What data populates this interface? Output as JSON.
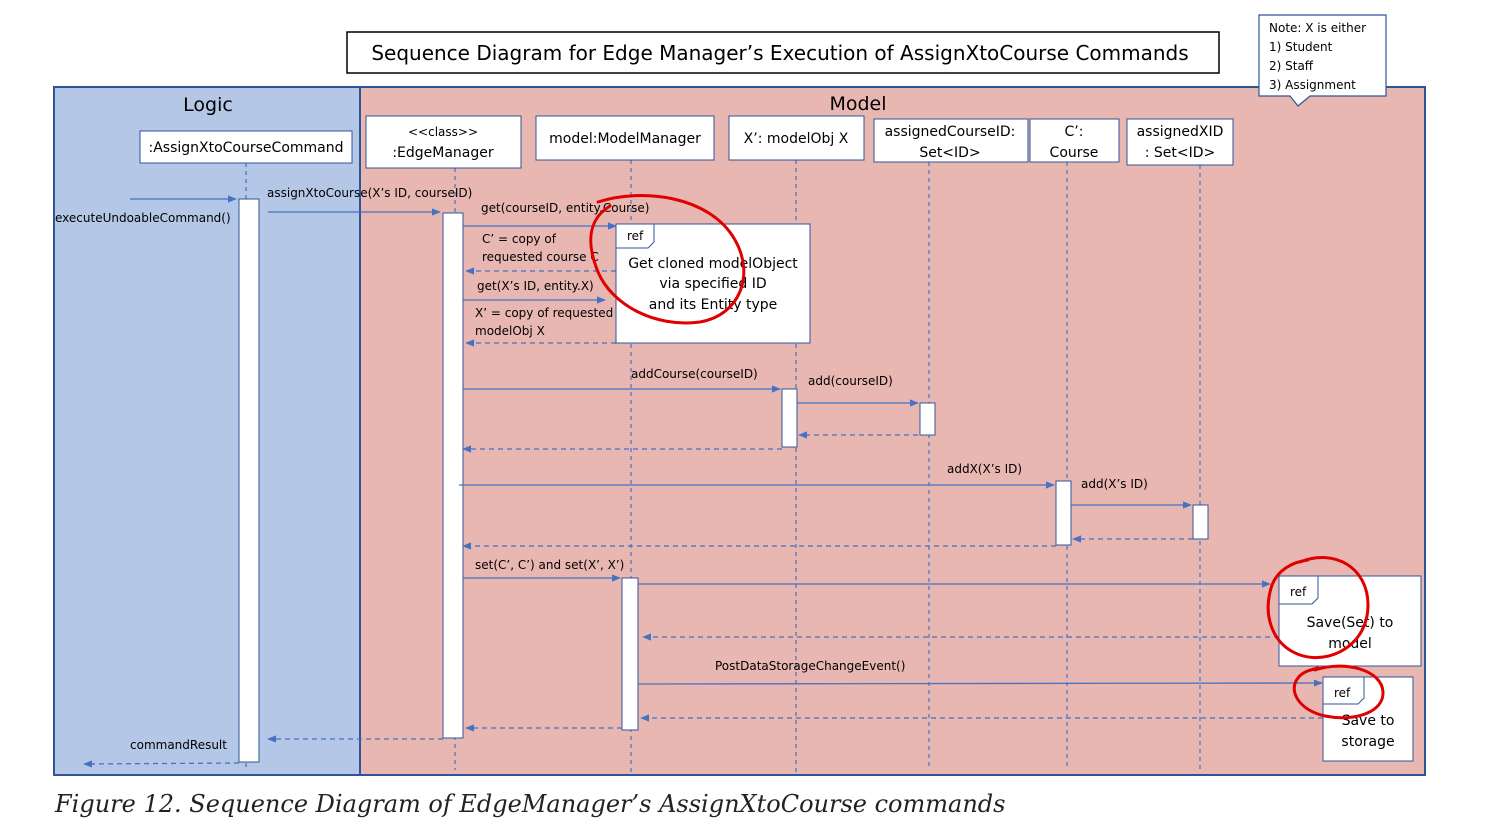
{
  "title": "Sequence Diagram for Edge Manager’s Execution of AssignXtoCourse Commands",
  "note": {
    "lines": [
      "Note: X is either",
      "1) Student",
      "2) Staff",
      "3) Assignment"
    ]
  },
  "regions": {
    "logic": "Logic",
    "model": "Model"
  },
  "lifelines": [
    {
      "id": "cmd",
      "lines": [
        ":AssignXtoCourseCommand"
      ]
    },
    {
      "id": "edge",
      "lines": [
        "<<class>>",
        ":EdgeManager"
      ]
    },
    {
      "id": "model",
      "lines": [
        "model:ModelManager"
      ]
    },
    {
      "id": "xobj",
      "lines": [
        "X’: modelObj X"
      ]
    },
    {
      "id": "assignedCourseId",
      "lines": [
        "assignedCourseID:",
        "Set<ID>"
      ]
    },
    {
      "id": "course",
      "lines": [
        "C’:",
        "Course"
      ]
    },
    {
      "id": "assignedXId",
      "lines": [
        "assignedXID",
        ": Set<ID>"
      ]
    }
  ],
  "messages": {
    "execute": "executeUndoableCommand()",
    "assign": "assignXtoCourse(X’s ID, courseID)",
    "get_course": "get(courseID, entity.Course)",
    "copy_c": [
      "C’ = copy of",
      "requested course C"
    ],
    "get_x": "get(X’s ID, entity.X)",
    "copy_x": [
      "X’ = copy of requested",
      "modelObj X"
    ],
    "add_course": "addCourse(courseID)",
    "add": "add(courseID)",
    "add_x": "addX(X’s ID)",
    "add_xid": "add(X’s ID)",
    "set": "set(C’, C’) and set(X’, X’)",
    "post_event": "PostDataStorageChangeEvent()",
    "command_result": "commandResult"
  },
  "refs": [
    {
      "tag": "ref",
      "lines": [
        "Get cloned modelObject",
        "via specified ID",
        "and its Entity type"
      ]
    },
    {
      "tag": "ref",
      "lines": [
        "Save(Set) to",
        "model"
      ]
    },
    {
      "tag": "ref",
      "lines": [
        "Save to",
        "storage"
      ]
    }
  ],
  "caption": "Figure 12. Sequence Diagram of EdgeManager’s AssignXtoCourse commands",
  "colors": {
    "logic_bg": "#b4c7e7",
    "model_bg": "#e9b7b1",
    "region_border": "#2f5597",
    "arrow": "#4472c4",
    "annotation": "#e00000"
  }
}
